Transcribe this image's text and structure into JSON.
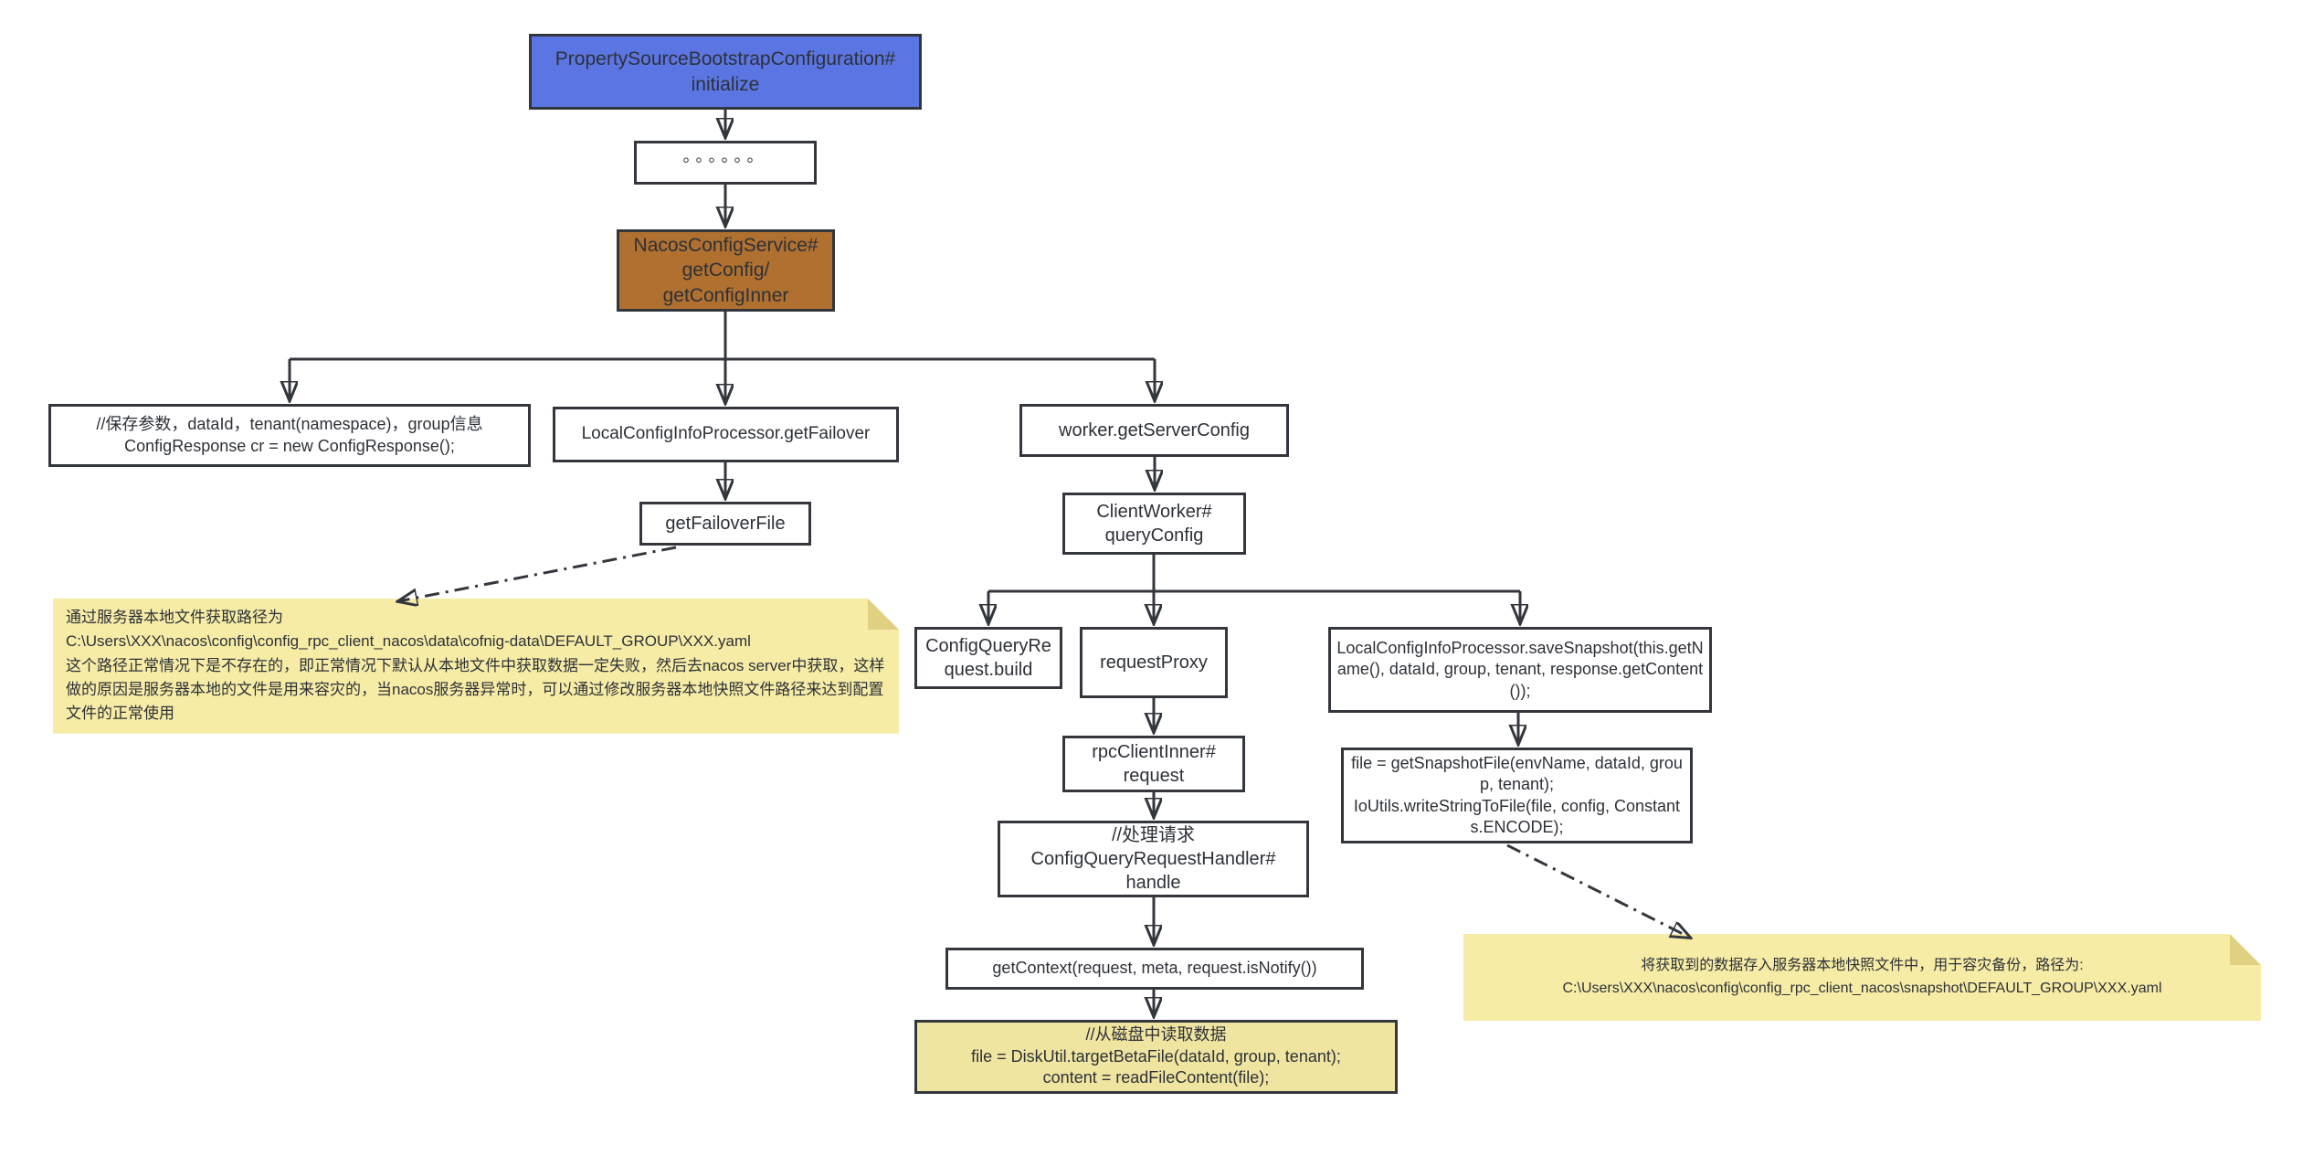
{
  "colors": {
    "node_border": "#33373d",
    "arrow": "#33373d",
    "text": "#2d3138",
    "blue_fill": "#5b76e3",
    "brown_fill": "#b0702f",
    "note_fill": "#f6eca6",
    "note_fold": "#e0d182",
    "code_yellow_fill": "#efe5a1",
    "white_fill": "#ffffff"
  },
  "nodes": {
    "bootstrap": {
      "label": "PropertySourceBootstrapConfiguration#\ninitialize"
    },
    "ellipsis": {
      "label": "。。。。。。"
    },
    "get_config": {
      "label": "NacosConfigService#\ngetConfig/\ngetConfigInner"
    },
    "save_params": {
      "label": "//保存参数，dataId，tenant(namespace)，group信息\nConfigResponse cr = new ConfigResponse();"
    },
    "get_failover": {
      "label": "LocalConfigInfoProcessor.getFailover"
    },
    "get_server_config": {
      "label": "worker.getServerConfig"
    },
    "get_failover_file": {
      "label": "getFailoverFile"
    },
    "query_config": {
      "label": "ClientWorker#\nqueryConfig"
    },
    "build_request": {
      "label": "ConfigQueryRequest.build"
    },
    "request_proxy": {
      "label": "requestProxy"
    },
    "save_snapshot": {
      "label": "LocalConfigInfoProcessor.saveSnapshot(this.getName(), dataId, group, tenant, response.getContent());"
    },
    "rpc_client_request": {
      "label": "rpcClientInner#\nrequest"
    },
    "snapshot_file": {
      "label": "file = getSnapshotFile(envName, dataId, group, tenant);\nIoUtils.writeStringToFile(file, config, Constants.ENCODE);"
    },
    "handle_request": {
      "label": "//处理请求\nConfigQueryRequestHandler#\nhandle"
    },
    "get_context": {
      "label": "getContext(request, meta, request.isNotify())"
    },
    "read_disk": {
      "label": "//从磁盘中读取数据\nfile = DiskUtil.targetBetaFile(dataId, group, tenant);\ncontent = readFileContent(file);"
    }
  },
  "notes": {
    "failover_note": {
      "text": "通过服务器本地文件获取路径为\nC:\\Users\\XXX\\nacos\\config\\config_rpc_client_nacos\\data\\cofnig-data\\DEFAULT_GROUP\\XXX.yaml\n这个路径正常情况下是不存在的，即正常情况下默认从本地文件中获取数据一定失败，然后去nacos server中获取，这样做的原因是服务器本地的文件是用来容灾的，当nacos服务器异常时，可以通过修改服务器本地快照文件路径来达到配置文件的正常使用"
    },
    "snapshot_note": {
      "text": "将获取到的数据存入服务器本地快照文件中，用于容灾备份，路径为:\nC:\\Users\\XXX\\nacos\\config\\config_rpc_client_nacos\\snapshot\\DEFAULT_GROUP\\XXX.yaml"
    }
  },
  "edges": [
    {
      "from": "bootstrap",
      "to": "ellipsis",
      "style": "solid"
    },
    {
      "from": "ellipsis",
      "to": "get_config",
      "style": "solid"
    },
    {
      "from": "get_config",
      "to": "save_params",
      "style": "solid"
    },
    {
      "from": "get_config",
      "to": "get_failover",
      "style": "solid"
    },
    {
      "from": "get_config",
      "to": "get_server_config",
      "style": "solid"
    },
    {
      "from": "get_failover",
      "to": "get_failover_file",
      "style": "solid"
    },
    {
      "from": "get_server_config",
      "to": "query_config",
      "style": "solid"
    },
    {
      "from": "query_config",
      "to": "build_request",
      "style": "solid"
    },
    {
      "from": "query_config",
      "to": "request_proxy",
      "style": "solid"
    },
    {
      "from": "query_config",
      "to": "save_snapshot",
      "style": "solid"
    },
    {
      "from": "request_proxy",
      "to": "rpc_client_request",
      "style": "solid"
    },
    {
      "from": "rpc_client_request",
      "to": "handle_request",
      "style": "solid"
    },
    {
      "from": "handle_request",
      "to": "get_context",
      "style": "solid"
    },
    {
      "from": "get_context",
      "to": "read_disk",
      "style": "solid"
    },
    {
      "from": "save_snapshot",
      "to": "snapshot_file",
      "style": "solid"
    },
    {
      "from": "get_failover_file",
      "to": "failover_note",
      "style": "dash-dot"
    },
    {
      "from": "snapshot_file",
      "to": "snapshot_note",
      "style": "dash-dot"
    }
  ]
}
